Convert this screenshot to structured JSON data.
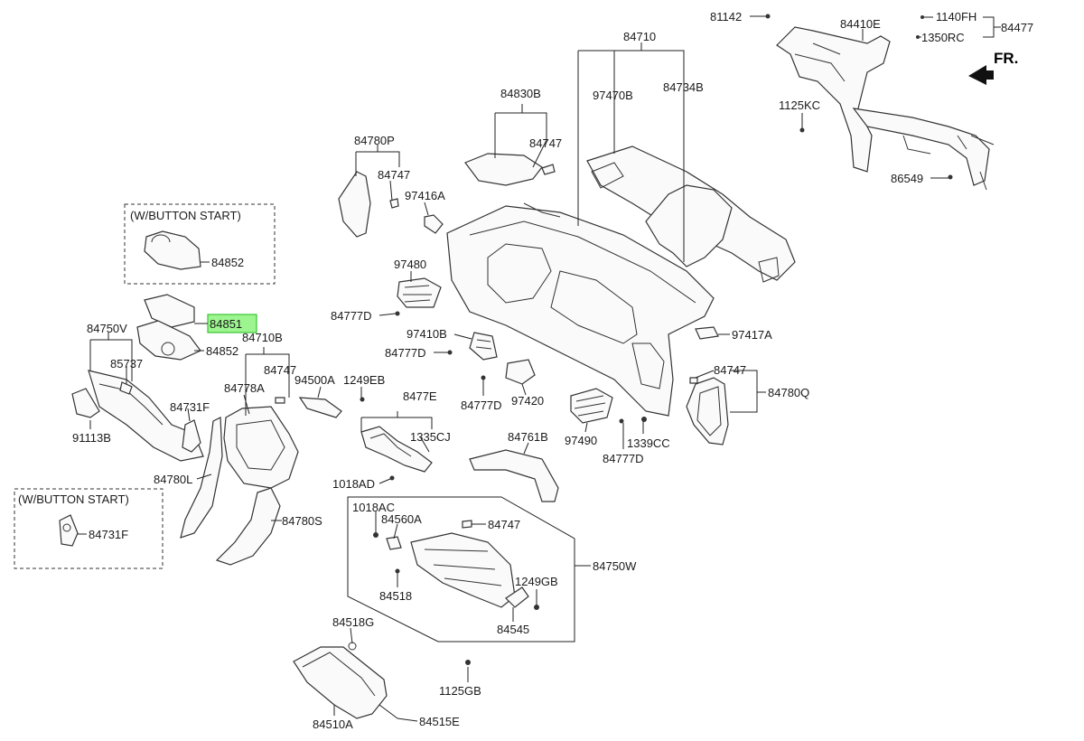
{
  "highlight_color": "#9cf58f",
  "direction_label": "FR.",
  "variant_boxes": {
    "top": "(W/BUTTON START)",
    "bottom": "(W/BUTTON START)"
  },
  "labels": {
    "l81142": "81142",
    "l84410E": "84410E",
    "l1140FH": "1140FH",
    "l84477": "84477",
    "l1350RC": "1350RC",
    "l1125KC": "1125KC",
    "l86549": "86549",
    "l84710": "84710",
    "l97470B": "97470B",
    "l84734B": "84734B",
    "l84830B": "84830B",
    "l84747a": "84747",
    "l84780P": "84780P",
    "l84747b": "84747",
    "l97416A": "97416A",
    "l84852a": "84852",
    "l84851": "84851",
    "l84852b": "84852",
    "l97480": "97480",
    "l84777Da": "84777D",
    "l97410B": "97410B",
    "l84777Db": "84777D",
    "l97417A": "97417A",
    "l84750V": "84750V",
    "l85737": "85737",
    "l84710B": "84710B",
    "l84747c": "84747",
    "l84778A": "84778A",
    "l94500A": "94500A",
    "l1249EB": "1249EB",
    "l8477E": "8477E",
    "l84747d": "84747",
    "l84780Q": "84780Q",
    "l91113B": "91113B",
    "l84731Fa": "84731F",
    "l84777Dc": "84777D",
    "l97420": "97420",
    "l97490": "97490",
    "l1339CC": "1339CC",
    "l84777Dd": "84777D",
    "l1335CJ": "1335CJ",
    "l84761B": "84761B",
    "l84780L": "84780L",
    "l1018ADa": "1018AD",
    "l84731Fb": "84731F",
    "l84780S": "84780S",
    "l1018AC": "1018AC",
    "l84560A": "84560A",
    "l84747e": "84747",
    "l84750W": "84750W",
    "l84518": "84518",
    "l1249GB": "1249GB",
    "l84545": "84545",
    "l84518G": "84518G",
    "l1125GB": "1125GB",
    "l84510A": "84510A",
    "l84515E": "84515E"
  }
}
